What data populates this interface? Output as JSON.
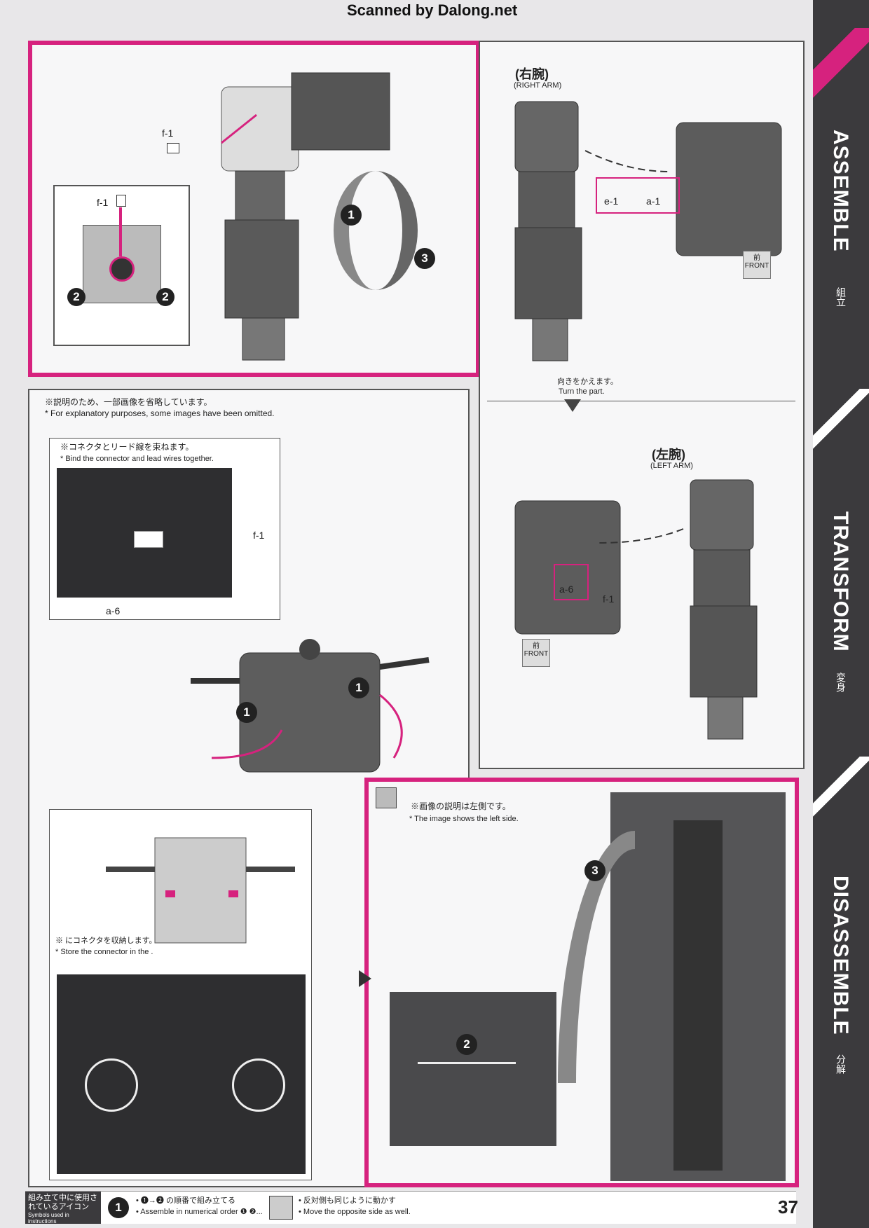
{
  "header": {
    "scan_credit": "Scanned by Dalong.net"
  },
  "sidebar": {
    "sections": [
      {
        "label": "ASSEMBLE",
        "sub": "組立"
      },
      {
        "label": "TRANSFORM",
        "sub": "変身"
      },
      {
        "label": "DISASSEMBLE",
        "sub": "分解"
      }
    ]
  },
  "panel1": {
    "labels": {
      "f1_top": "f-1",
      "f1_inset": "f-1"
    },
    "steps": [
      "1",
      "2",
      "2",
      "3"
    ]
  },
  "panel2": {
    "right_arm_jp": "(右腕)",
    "right_arm_en": "(RIGHT ARM)",
    "e1": "e-1",
    "a1": "a-1",
    "front_jp": "前",
    "front_en": "FRONT",
    "turn_jp": "向きをかえます。",
    "turn_en": "Turn the part.",
    "left_arm_jp": "(左腕)",
    "left_arm_en": "(LEFT ARM)",
    "a6": "a-6",
    "f1": "f-1",
    "front2_jp": "前",
    "front2_en": "FRONT"
  },
  "panel3": {
    "omit_jp": "※説明のため、一部画像を省略しています。",
    "omit_en": "* For explanatory purposes, some images have been omitted.",
    "bind_jp": "※コネクタとリード線を束ねます。",
    "bind_en": "* Bind the connector and lead wires together.",
    "f1": "f-1",
    "a6": "a-6",
    "store_jp": "※  にコネクタを収納します。",
    "store_en": "* Store the connector in the  .",
    "steps": [
      "1",
      "1"
    ]
  },
  "panel4": {
    "left_jp": "※画像の説明は左側です。",
    "left_en": "* The image shows the left side.",
    "steps": [
      "3",
      "2"
    ]
  },
  "footer": {
    "legend_jp": "組み立て中に使用されているアイコン",
    "legend_en": "Symbols used in instructions",
    "icon1_num": "1",
    "icon1_jp": "• ❶→❷ の順番で組み立てる",
    "icon1_en": "• Assemble in numerical order ❶ ❷...",
    "icon2_jp": "• 反対側も同じように動かす",
    "icon2_en": "• Move the opposite side as well.",
    "page_number": "37"
  },
  "colors": {
    "accent": "#d6227e",
    "sidebar": "#3b3a3d"
  }
}
